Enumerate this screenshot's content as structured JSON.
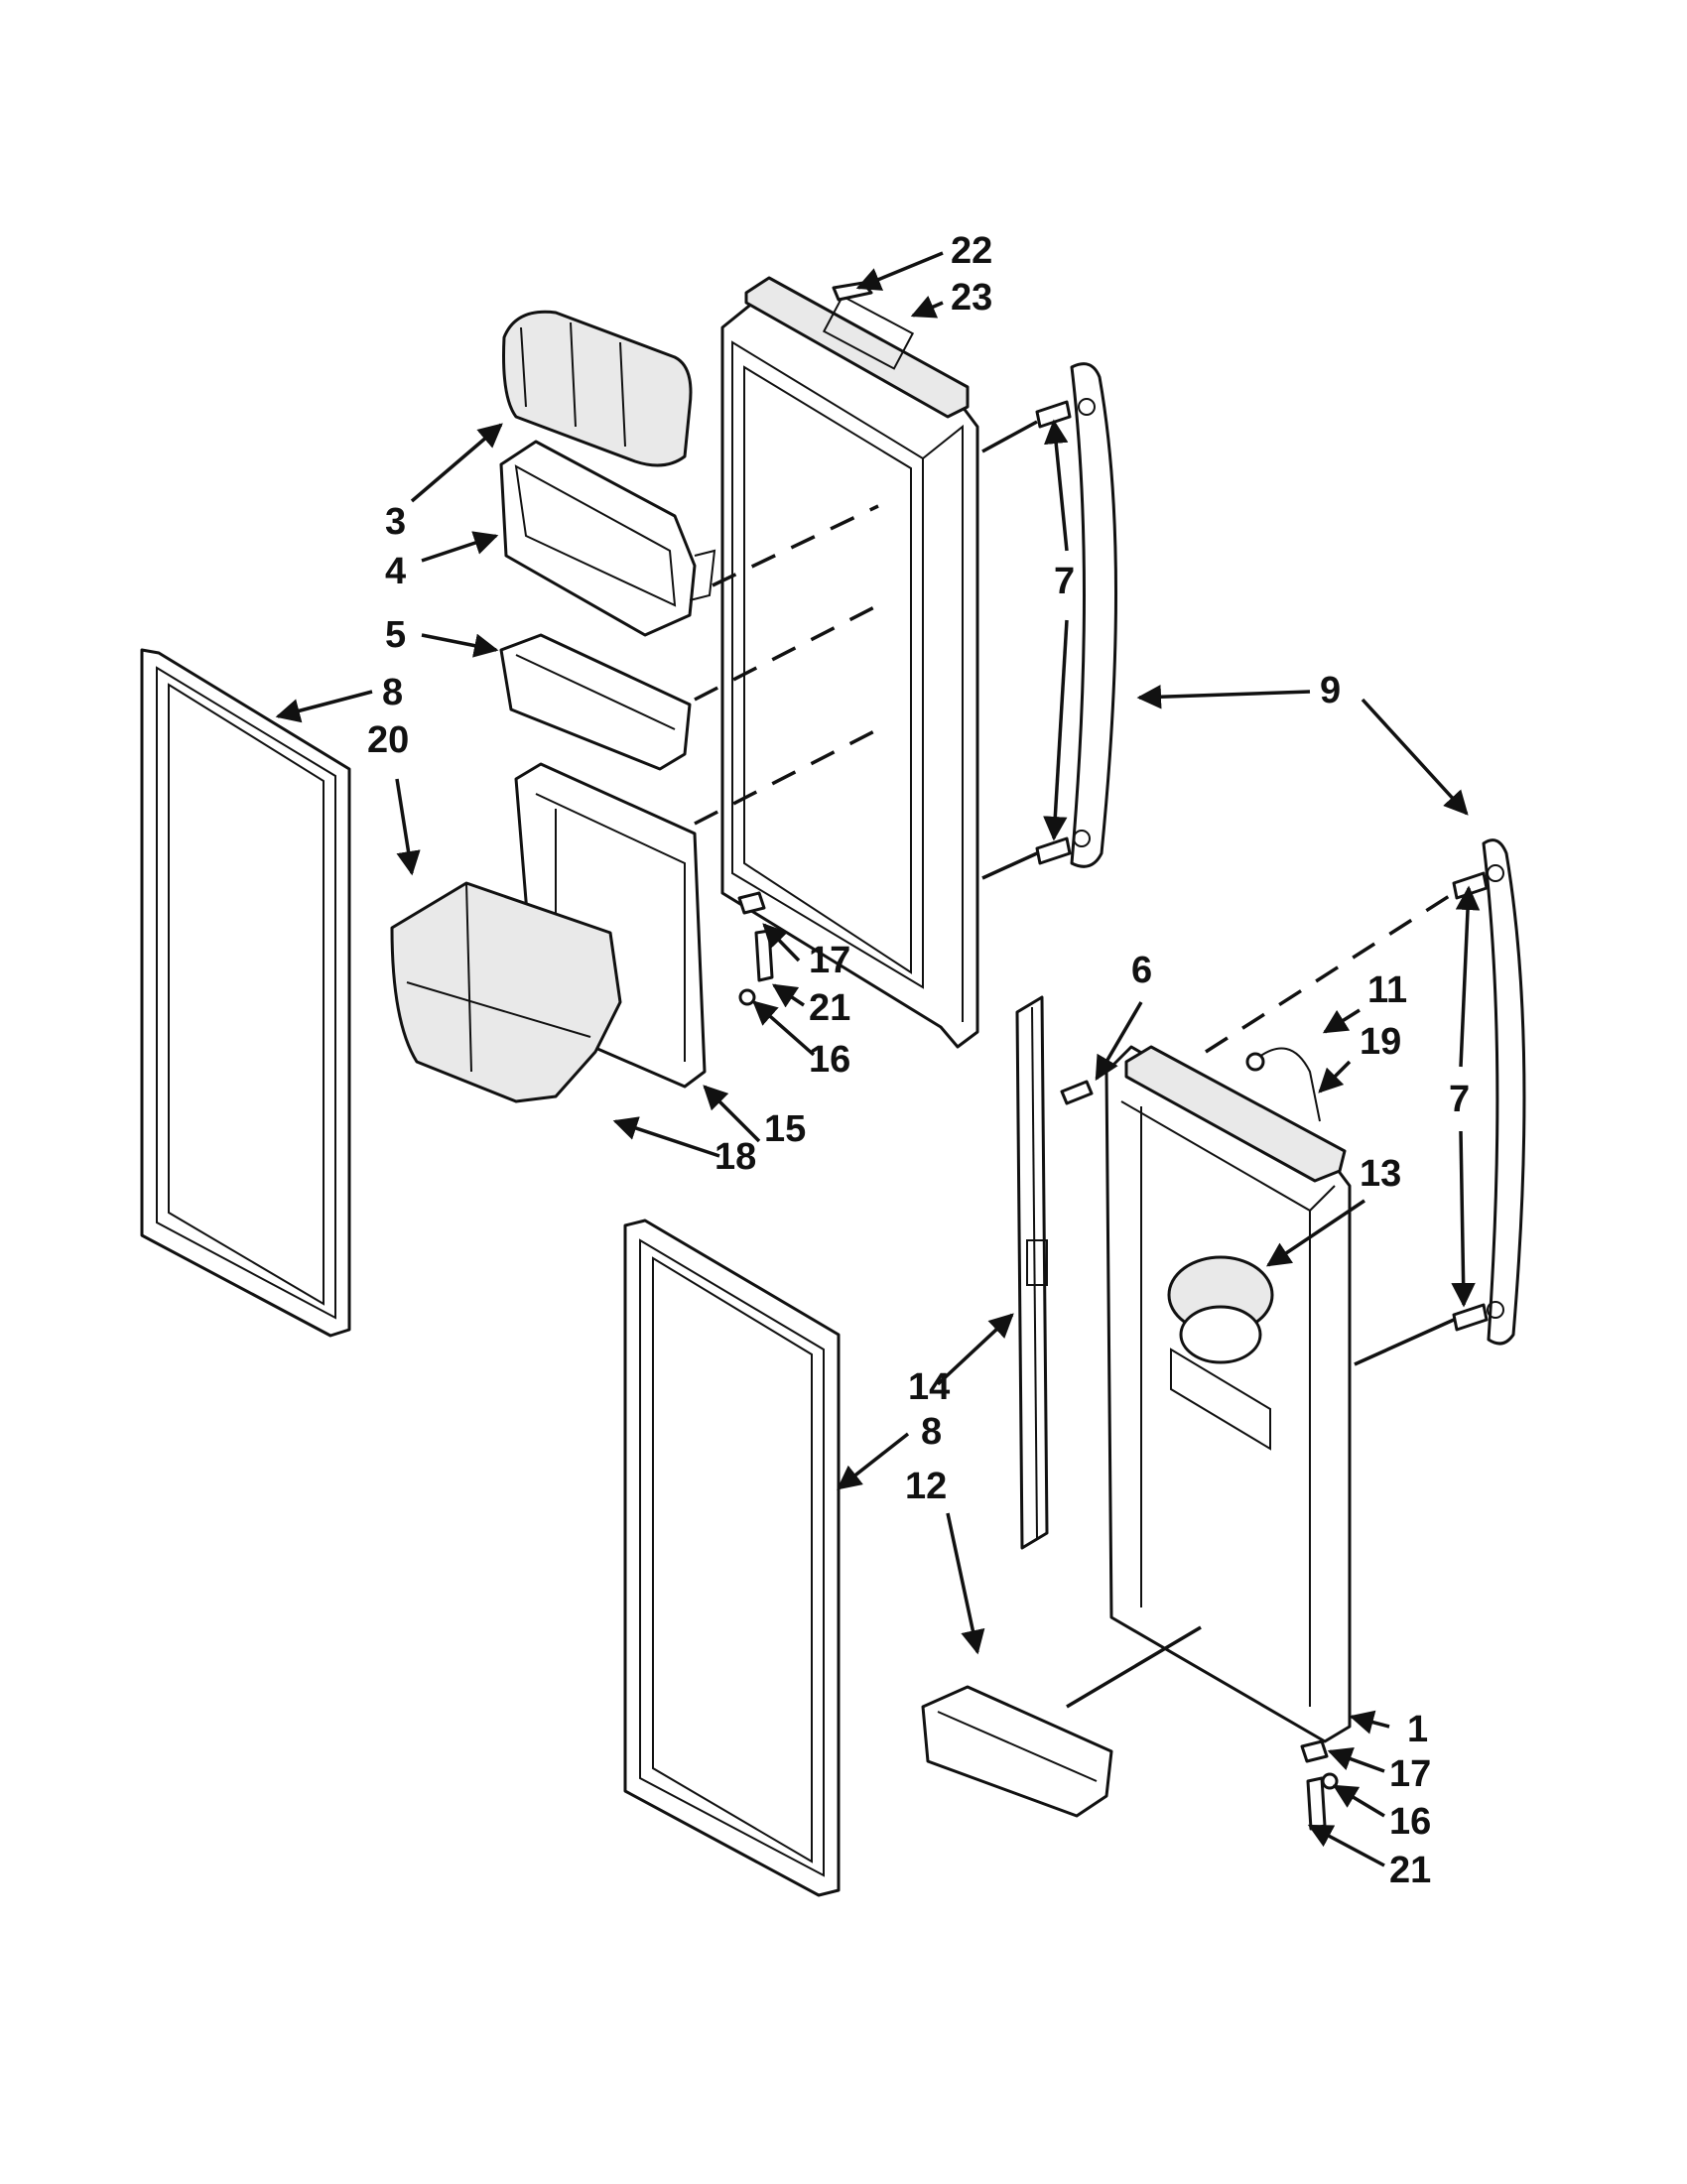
{
  "callouts": {
    "c1": "1",
    "c3": "3",
    "c4": "4",
    "c5": "5",
    "c6": "6",
    "c7a": "7",
    "c7b": "7",
    "c8a": "8",
    "c8b": "8",
    "c9": "9",
    "c11": "11",
    "c12": "12",
    "c13": "13",
    "c14": "14",
    "c15": "15",
    "c16a": "16",
    "c16b": "16",
    "c17a": "17",
    "c17b": "17",
    "c18": "18",
    "c19": "19",
    "c20": "20",
    "c21a": "21",
    "c21b": "21",
    "c22": "22",
    "c23": "23"
  }
}
